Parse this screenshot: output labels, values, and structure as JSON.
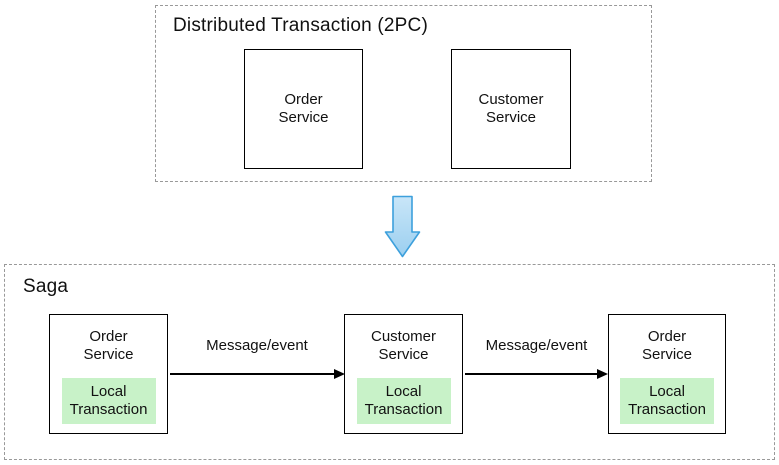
{
  "top_group": {
    "title": "Distributed Transaction (2PC)",
    "nodes": [
      {
        "label": "Order\nService"
      },
      {
        "label": "Customer\nService"
      }
    ]
  },
  "transform_arrow": {
    "icon": "down-arrow-icon",
    "fill_top": "#c9e6f8",
    "fill_bottom": "#9bcff0",
    "stroke": "#3da0dc"
  },
  "saga_group": {
    "title": "Saga",
    "nodes": [
      {
        "label": "Order\nService",
        "inner_label": "Local\nTransaction"
      },
      {
        "label": "Customer\nService",
        "inner_label": "Local\nTransaction"
      },
      {
        "label": "Order\nService",
        "inner_label": "Local\nTransaction"
      }
    ],
    "edges": [
      {
        "label": "Message/event"
      },
      {
        "label": "Message/event"
      }
    ]
  },
  "colors": {
    "group_border": "#999999",
    "node_border": "#000000",
    "local_transaction_bg": "#c8f2c8",
    "edge": "#000000",
    "text": "#111111"
  }
}
